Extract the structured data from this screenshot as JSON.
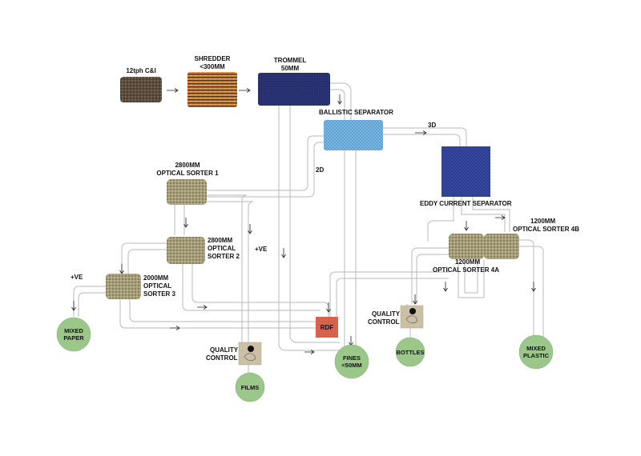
{
  "machines": {
    "feed": [
      "12tph C&I"
    ],
    "shredder": [
      "SHREDDER",
      "<300MM"
    ],
    "trommel": [
      "TROMMEL",
      "50MM"
    ],
    "ballistic": [
      "BALLISTIC SEPARATOR"
    ],
    "eddy": [
      "EDDY CURRENT SEPARATOR"
    ],
    "os1": [
      "2800MM",
      "OPTICAL SORTER 1"
    ],
    "os2": [
      "2800MM",
      "OPTICAL",
      "SORTER 2"
    ],
    "os3": [
      "2000MM",
      "OPTICAL",
      "SORTER 3"
    ],
    "os4a": [
      "1200MM",
      "OPTICAL SORTER 4A"
    ],
    "os4b": [
      "1200MM",
      "OPTICAL SORTER 4B"
    ],
    "rdf": [
      "RDF"
    ],
    "qc1": [
      "QUALITY",
      "CONTROL"
    ],
    "qc2": [
      "QUALITY",
      "CONTROL"
    ]
  },
  "outputs": {
    "mixed_paper": [
      "MIXED",
      "PAPER"
    ],
    "films": [
      "FILMS"
    ],
    "fines": [
      "FINES",
      "<50MM"
    ],
    "bottles": [
      "BOTTLES"
    ],
    "mixed_plastic": [
      "MIXED",
      "PLASTIC"
    ]
  },
  "flow_labels": {
    "ballistic_3d": "3D",
    "ballistic_2d": "2D",
    "positive_ve_os1": "+VE",
    "positive_ve_os3": "+VE"
  },
  "colors": {
    "output_green": "#9cc78a",
    "trommel_blue": "#27306f",
    "ballistic_blue": "#5b9fd1",
    "eddy_blue": "#2b3a8f",
    "shredder_orange": "#c8742c",
    "feed_brown": "#5a4a3c",
    "sorter_olive": "#a8a07a",
    "rdf_red": "#d9634f",
    "qc_tan": "#cbbfa6"
  }
}
